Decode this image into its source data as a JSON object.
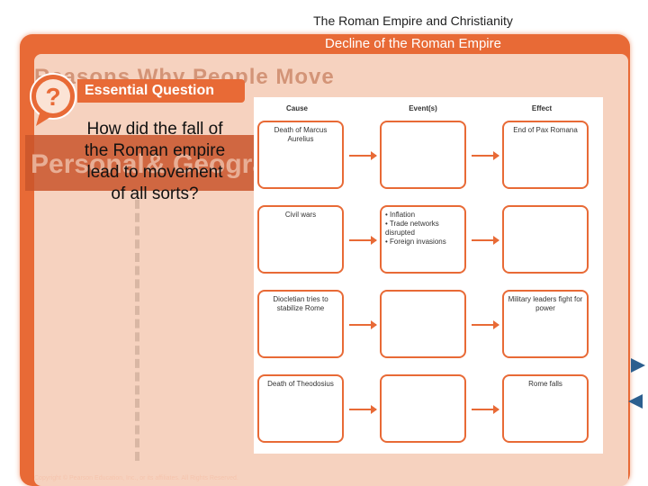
{
  "header": {
    "title": "The Roman Empire and Christianity",
    "subtitle": "Decline of the Roman Empire"
  },
  "background": {
    "ghost_title": "Reasons Why People Move",
    "ghost_personal": "Personal",
    "ghost_geographic": "& Geographic"
  },
  "essential_question": {
    "badge_symbol": "?",
    "banner_label": "Essential Question",
    "question": "How did the fall of the Roman empire lead to movement of all sorts?"
  },
  "chart": {
    "headers": {
      "cause": "Cause",
      "event": "Event(s)",
      "effect": "Effect"
    },
    "rows": [
      {
        "cause": "Death of Marcus Aurelius",
        "effect": "End of Pax Romana"
      },
      {
        "cause": "Civil wars",
        "events": [
          "Inflation",
          "Trade networks disrupted",
          "Foreign invasions"
        ]
      },
      {
        "cause": "Diocletian tries to stabilize Rome",
        "effect": "Military leaders fight for power"
      },
      {
        "cause": "Death of Theodosius",
        "effect": "Rome falls"
      }
    ]
  },
  "footer": {
    "copyright": "Copyright © Pearson Education, Inc., or its affiliates. All Rights Reserved."
  },
  "colors": {
    "accent": "#e86a36",
    "nav": "#2c5f8f"
  }
}
